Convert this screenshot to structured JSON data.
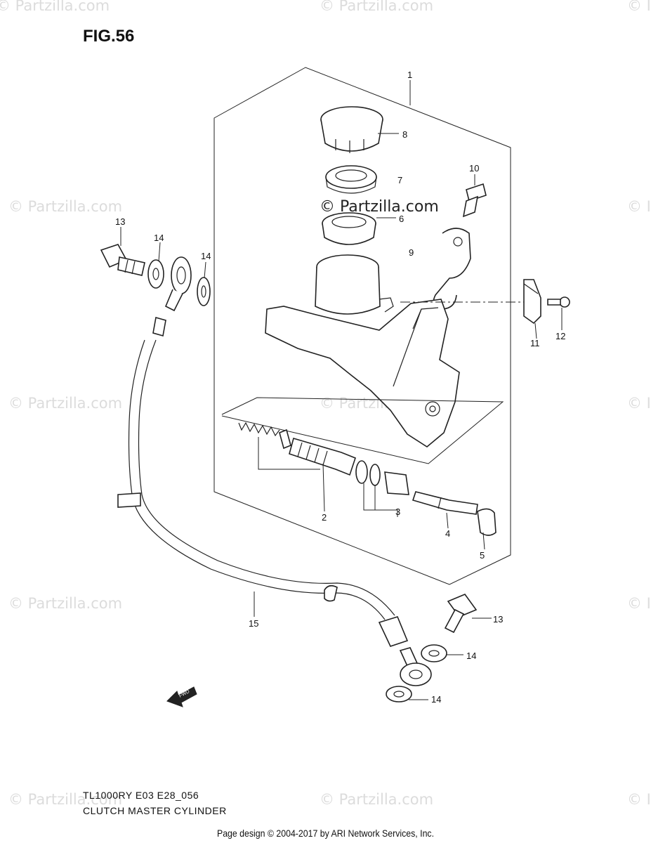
{
  "figure": {
    "title": "FIG.56",
    "model_code": "TL1000RY E03 E28_056",
    "caption": "CLUTCH MASTER CYLINDER"
  },
  "watermark": {
    "text": "© Partzilla.com",
    "center_text": "© Partzilla.com",
    "edge_text": "© I"
  },
  "footer": "Page design © 2004-2017 by ARI Network Services, Inc.",
  "callouts": [
    {
      "id": "c1",
      "label": "1"
    },
    {
      "id": "c2",
      "label": "2"
    },
    {
      "id": "c3",
      "label": "3"
    },
    {
      "id": "c4",
      "label": "4"
    },
    {
      "id": "c5",
      "label": "5"
    },
    {
      "id": "c6",
      "label": "6"
    },
    {
      "id": "c7",
      "label": "7"
    },
    {
      "id": "c8",
      "label": "8"
    },
    {
      "id": "c9",
      "label": "9"
    },
    {
      "id": "c10",
      "label": "10"
    },
    {
      "id": "c11",
      "label": "11"
    },
    {
      "id": "c12",
      "label": "12"
    },
    {
      "id": "c13a",
      "label": "13"
    },
    {
      "id": "c13b",
      "label": "13"
    },
    {
      "id": "c14a",
      "label": "14"
    },
    {
      "id": "c14b",
      "label": "14"
    },
    {
      "id": "c14c",
      "label": "14"
    },
    {
      "id": "c14d",
      "label": "14"
    },
    {
      "id": "c15",
      "label": "15"
    }
  ],
  "fwd_label": "FWD"
}
